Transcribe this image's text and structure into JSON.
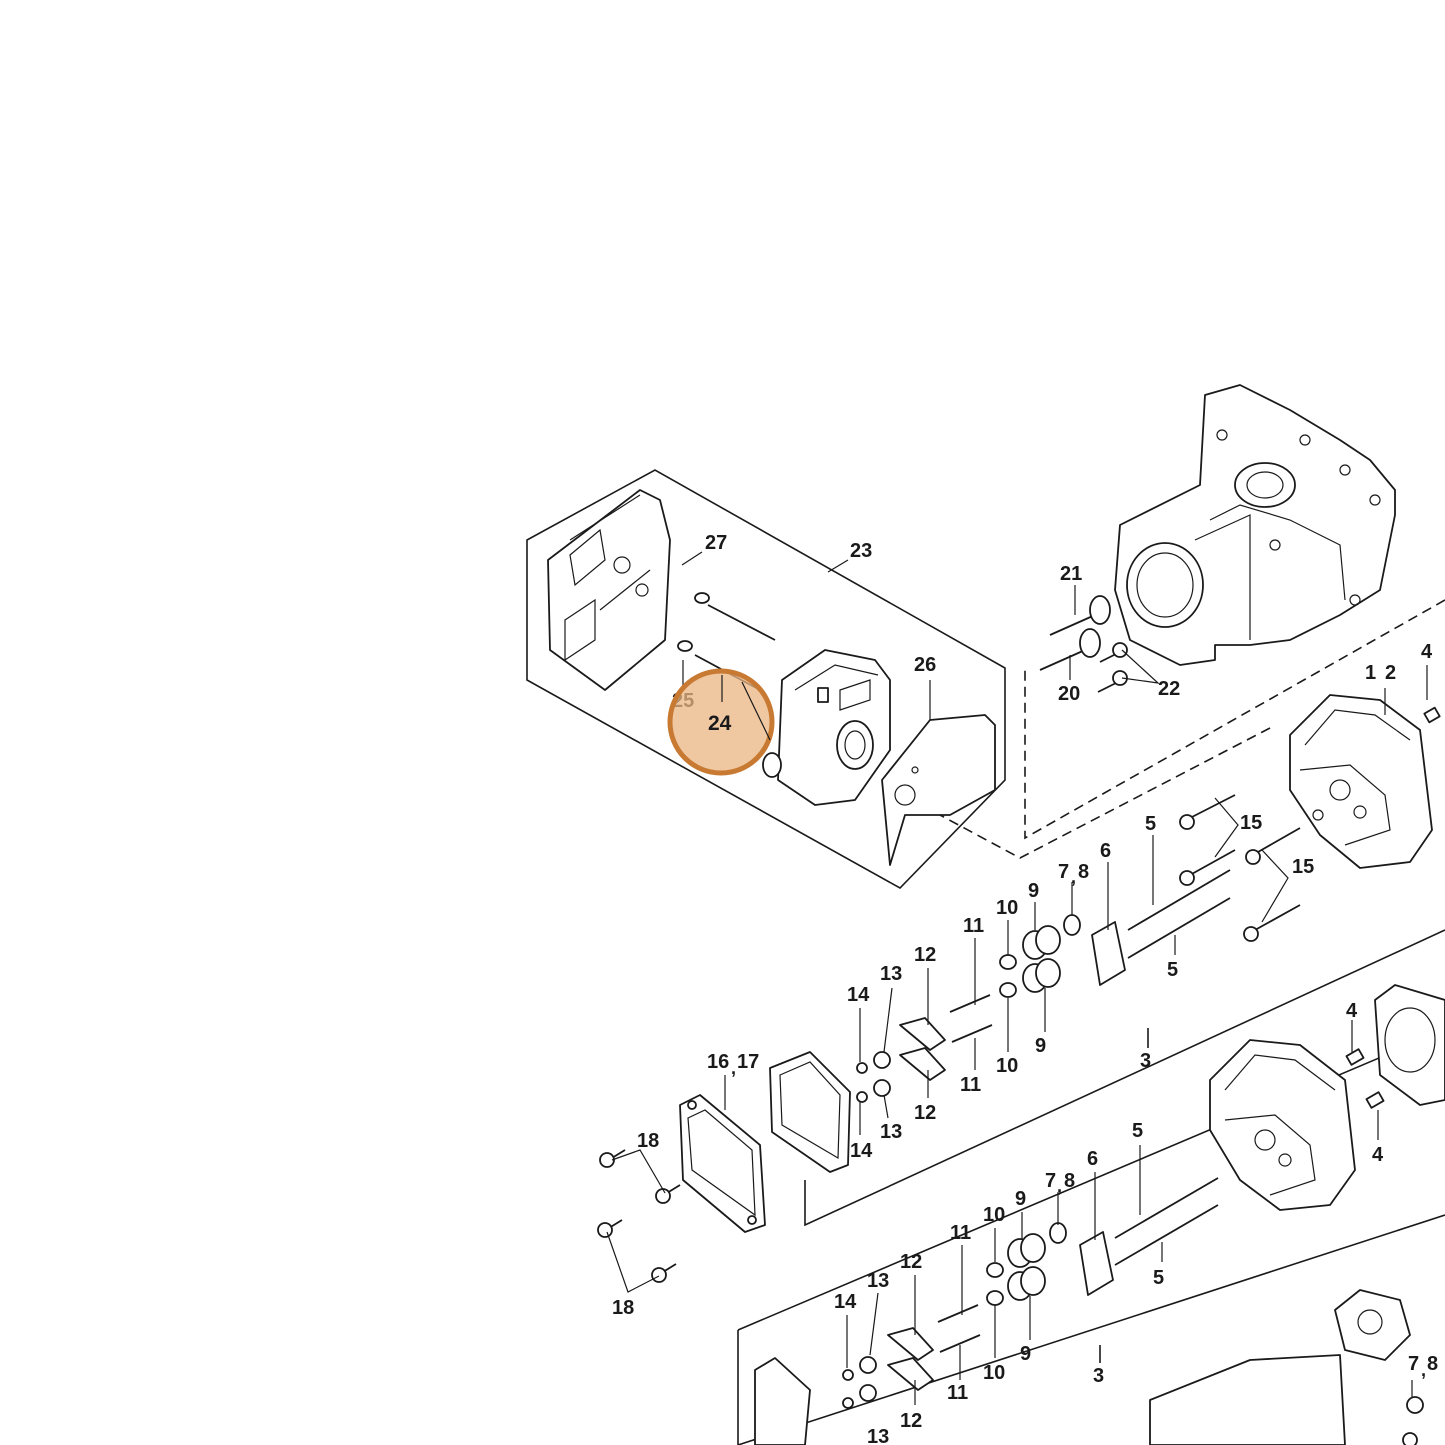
{
  "callouts": {
    "c1": "1",
    "c2": "2",
    "c3a": "3",
    "c3b": "3",
    "c4a": "4",
    "c4b": "4",
    "c4c": "4",
    "c5a": "5",
    "c5b": "5",
    "c5c": "5",
    "c5d": "5",
    "c6a": "6",
    "c6b": "6",
    "c78a": "7",
    "c78b": "8",
    "c78c": "7",
    "c78d": "8",
    "c78e": "7",
    "c78f": "8",
    "c9a": "9",
    "c9b": "9",
    "c9c": "9",
    "c9d": "9",
    "c10a": "10",
    "c10b": "10",
    "c10c": "10",
    "c10d": "10",
    "c11a": "11",
    "c11b": "11",
    "c11c": "11",
    "c11d": "11",
    "c12a": "12",
    "c12b": "12",
    "c12c": "12",
    "c12d": "12",
    "c13a": "13",
    "c13b": "13",
    "c13c": "13",
    "c13d": "13",
    "c14a": "14",
    "c14b": "14",
    "c14c": "14",
    "c15a": "15",
    "c15b": "15",
    "c16": "16",
    "c17": "17",
    "c18a": "18",
    "c18b": "18",
    "c20": "20",
    "c21": "21",
    "c22": "22",
    "c23": "23",
    "c25": "25",
    "c26": "26",
    "c27": "27"
  },
  "highlight": {
    "label": "24",
    "color": "#e9b583",
    "ring_color": "#c87a33"
  }
}
